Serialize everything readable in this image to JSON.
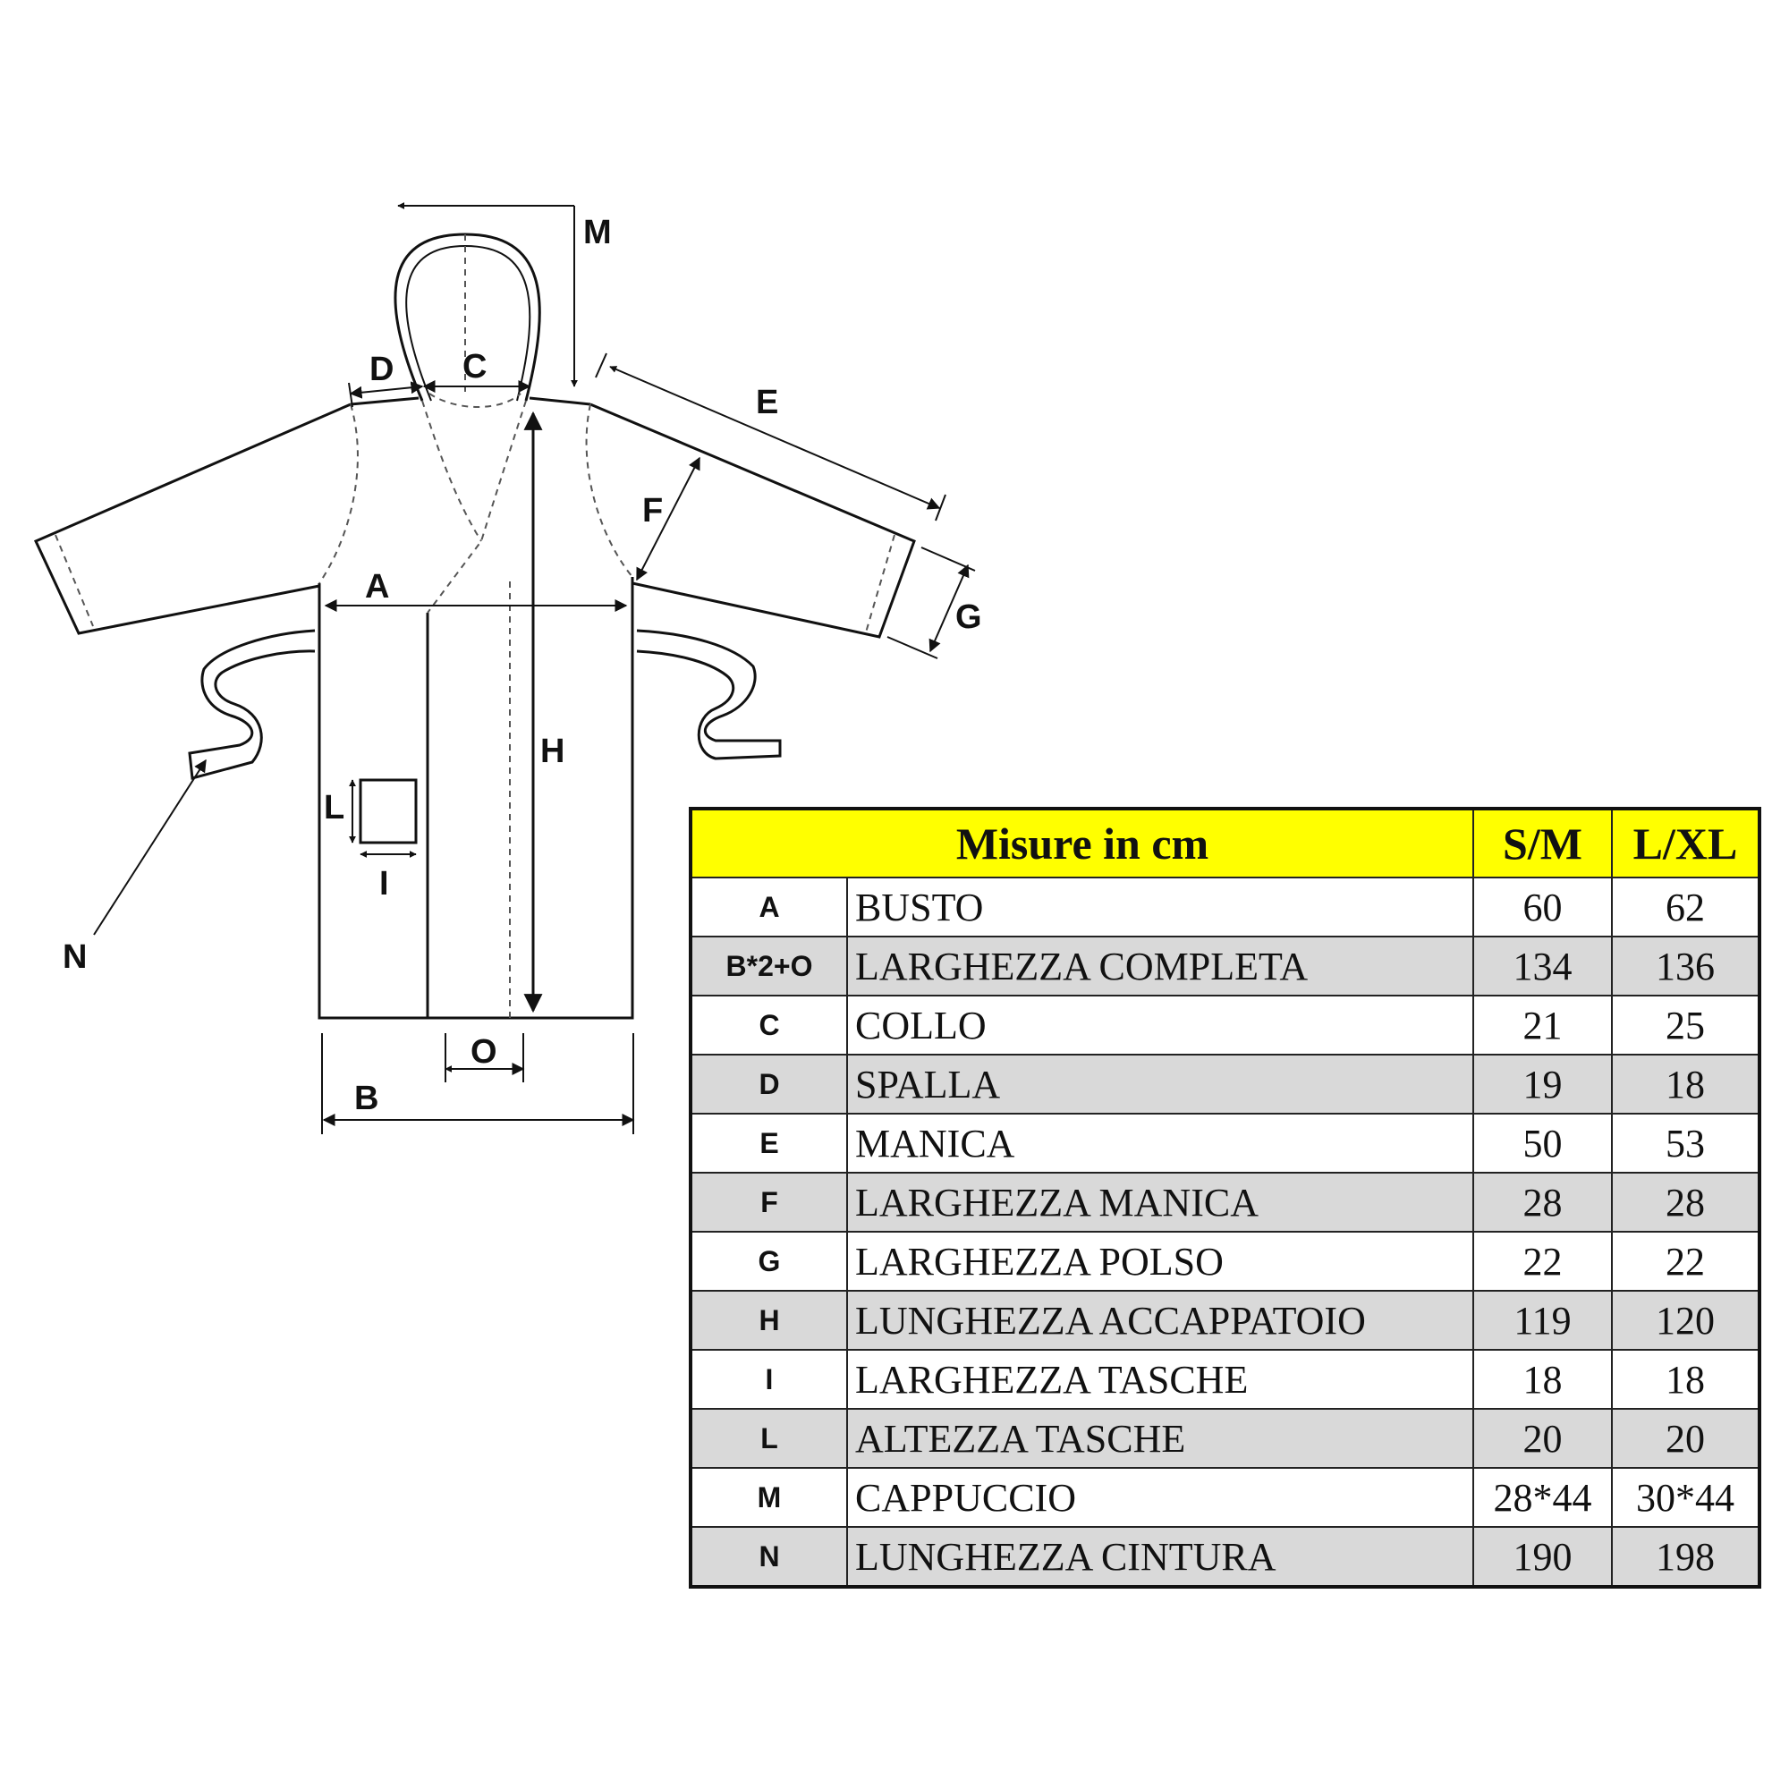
{
  "diagram": {
    "labels": {
      "A": "A",
      "B": "B",
      "C": "C",
      "D": "D",
      "E": "E",
      "F": "F",
      "G": "G",
      "H": "H",
      "I": "I",
      "L": "L",
      "M": "M",
      "N": "N",
      "O": "O"
    }
  },
  "table": {
    "header": {
      "title": "Misure in cm",
      "col1": "S/M",
      "col2": "L/XL"
    },
    "colors": {
      "header_bg": "#ffff00",
      "stripe_bg": "#d9d9d9"
    },
    "rows": [
      {
        "code": "A",
        "name": "BUSTO",
        "sm": "60",
        "lxl": "62"
      },
      {
        "code": "B*2+O",
        "name": "LARGHEZZA COMPLETA",
        "sm": "134",
        "lxl": "136"
      },
      {
        "code": "C",
        "name": "COLLO",
        "sm": "21",
        "lxl": "25"
      },
      {
        "code": "D",
        "name": "SPALLA",
        "sm": "19",
        "lxl": "18"
      },
      {
        "code": "E",
        "name": "MANICA",
        "sm": "50",
        "lxl": "53"
      },
      {
        "code": "F",
        "name": "LARGHEZZA MANICA",
        "sm": "28",
        "lxl": "28"
      },
      {
        "code": "G",
        "name": "LARGHEZZA POLSO",
        "sm": "22",
        "lxl": "22"
      },
      {
        "code": "H",
        "name": "LUNGHEZZA ACCAPPATOIO",
        "sm": "119",
        "lxl": "120"
      },
      {
        "code": "I",
        "name": "LARGHEZZA TASCHE",
        "sm": "18",
        "lxl": "18"
      },
      {
        "code": "L",
        "name": "ALTEZZA TASCHE",
        "sm": "20",
        "lxl": "20"
      },
      {
        "code": "M",
        "name": "CAPPUCCIO",
        "sm": "28*44",
        "lxl": "30*44"
      },
      {
        "code": "N",
        "name": "LUNGHEZZA CINTURA",
        "sm": "190",
        "lxl": "198"
      }
    ]
  }
}
